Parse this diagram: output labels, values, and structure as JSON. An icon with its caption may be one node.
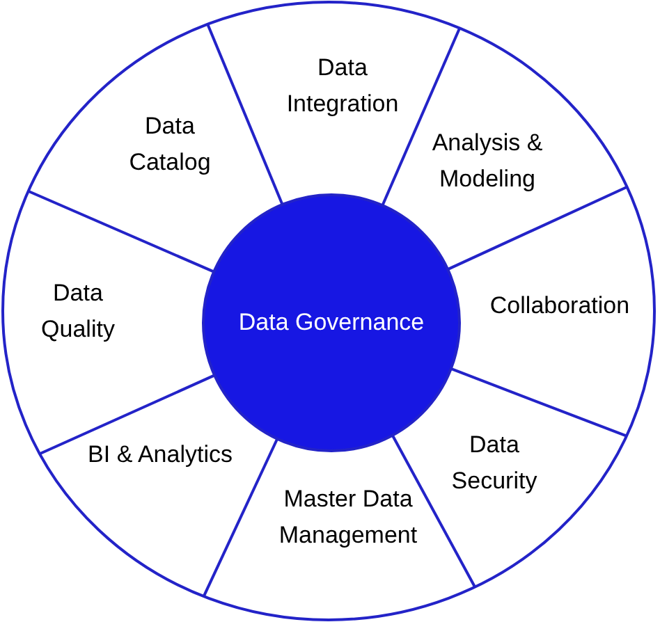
{
  "diagram": {
    "nodes": [
      {
        "text": [
          "Data Governance"
        ]
      },
      {
        "text": [
          "Data Integration"
        ]
      },
      {
        "text": [
          "Analysis & Modeling"
        ]
      },
      {
        "text": [
          "Collaboration"
        ]
      },
      {
        "text": [
          "Data Security"
        ]
      },
      {
        "text": [
          "Master Data Management"
        ]
      },
      {
        "text": [
          "BI & Analytics"
        ]
      },
      {
        "text": [
          "Data Quality"
        ]
      },
      {
        "text": [
          "Data Catalog"
        ]
      }
    ]
  }
}
